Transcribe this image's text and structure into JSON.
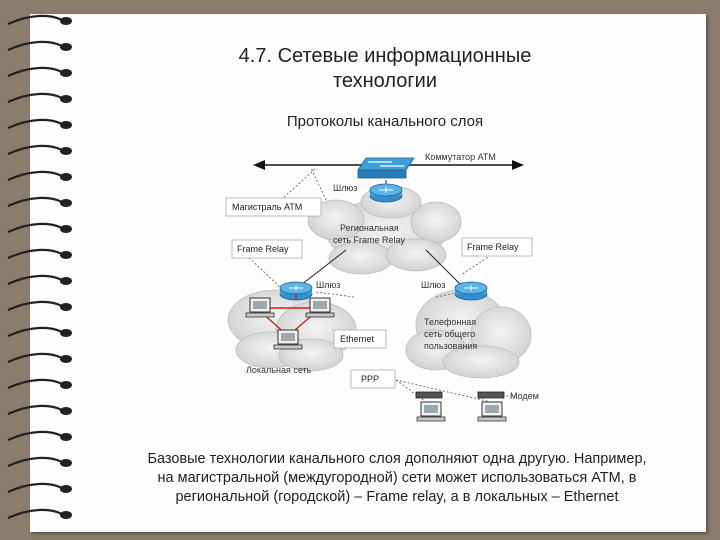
{
  "slide": {
    "title_line1": "4.7. Сетевые информационные",
    "title_line2": "технологии",
    "subtitle": "Протоколы канального слоя",
    "caption_line1": "Базовые технологии канального слоя дополняют одна другую. Например,",
    "caption_line2": "на магистральной (междугородной) сети может использоваться АТМ, в",
    "caption_line3": "региональной (городской) – Frame relay, а в локальных – Ethernet"
  },
  "diagram": {
    "atm_switch": "Коммутатор АТМ",
    "gateway_top": "Шлюз",
    "atm_backbone": "Магистраль АТМ",
    "regional_line1": "Региональная",
    "regional_line2": "сеть Frame Relay",
    "frame_relay_left": "Frame Relay",
    "frame_relay_right": "Frame Relay",
    "gateway_left": "Шлюз",
    "gateway_right": "Шлюз",
    "phone_line1": "Телефонная",
    "phone_line2": "сеть общего",
    "phone_line3": "пользования",
    "ethernet": "Ethernet",
    "local_net": "Локальная сеть",
    "ppp": "PPP",
    "modem": "Модем"
  },
  "colors": {
    "device_blue": "#2f8fcf",
    "cloud": "#e4e4e4",
    "link_red": "#cc2222"
  }
}
